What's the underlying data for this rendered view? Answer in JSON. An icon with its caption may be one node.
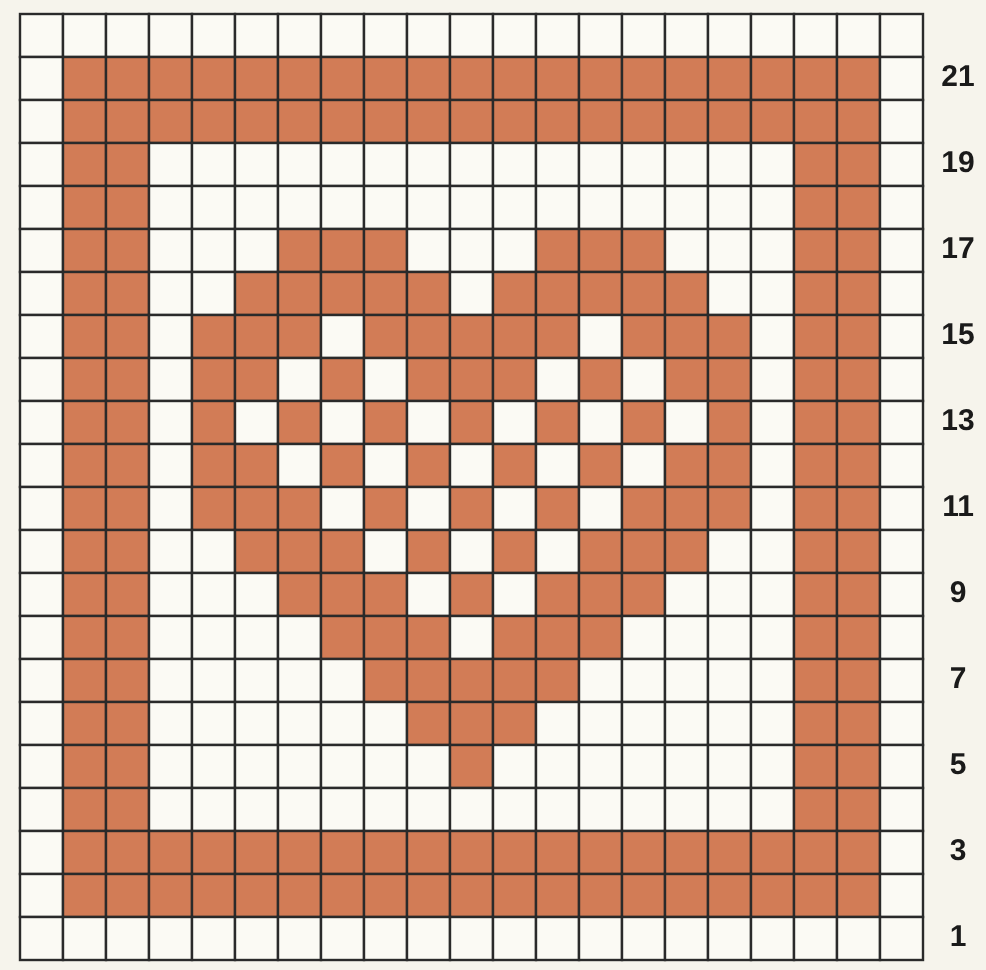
{
  "diagram": {
    "labels": [
      "21",
      "19",
      "17",
      "15",
      "13",
      "11",
      "9",
      "7",
      "5",
      "3",
      "1"
    ]
  }
}
